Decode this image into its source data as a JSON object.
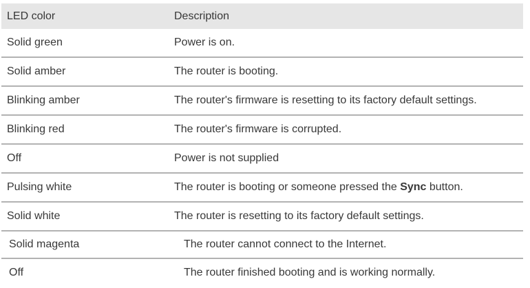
{
  "colors": {
    "header_bg": "#e6e6e6",
    "divider": "#b2b2b2",
    "text": "#383838"
  },
  "table": {
    "columns": [
      {
        "label": "LED color"
      },
      {
        "label": "Description"
      }
    ],
    "rows": [
      {
        "led": "Solid green",
        "desc": [
          {
            "text": "Power is on."
          }
        ]
      },
      {
        "led": "Solid amber",
        "desc": [
          {
            "text": "The router is booting."
          }
        ]
      },
      {
        "led": "Blinking amber",
        "desc": [
          {
            "text": "The router's firmware is resetting to its factory default settings."
          }
        ]
      },
      {
        "led": "Blinking red",
        "desc": [
          {
            "text": "The router's firmware is corrupted."
          }
        ]
      },
      {
        "led": "Off",
        "desc": [
          {
            "text": "Power is not supplied"
          }
        ]
      },
      {
        "led": "Pulsing white",
        "desc": [
          {
            "text": "The router is booting or someone pressed the "
          },
          {
            "text": "Sync",
            "bold": true
          },
          {
            "text": " button."
          }
        ]
      },
      {
        "led": "Solid white",
        "desc": [
          {
            "text": "The router is resetting to its factory default settings."
          }
        ]
      },
      {
        "led": "Solid magenta",
        "desc": [
          {
            "text": "The router cannot connect to the Internet."
          }
        ],
        "indent": true
      },
      {
        "led": "Off",
        "desc": [
          {
            "text": "The router finished booting and is working normally."
          }
        ],
        "indent": true
      }
    ]
  }
}
